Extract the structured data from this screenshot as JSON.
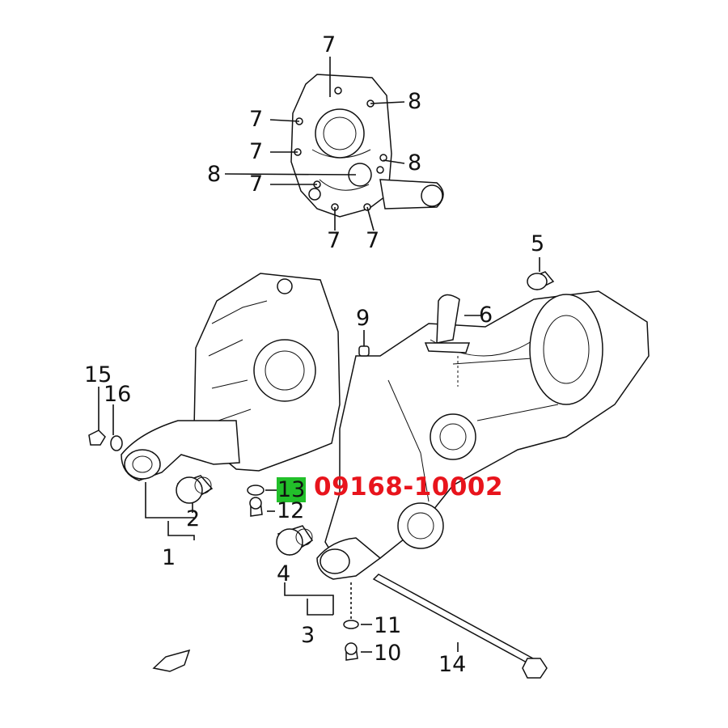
{
  "callouts": {
    "c1": "1",
    "c2": "2",
    "c3": "3",
    "c4": "4",
    "c5": "5",
    "c6": "6",
    "c7": "7",
    "c8": "8",
    "c9": "9",
    "c10": "10",
    "c11": "11",
    "c12": "12",
    "c13": "13",
    "c14": "14",
    "c15": "15",
    "c16": "16"
  },
  "highlight": {
    "part_number": "09168-10002",
    "highlight_color": "#22c02a",
    "part_number_color": "#e8141c"
  }
}
